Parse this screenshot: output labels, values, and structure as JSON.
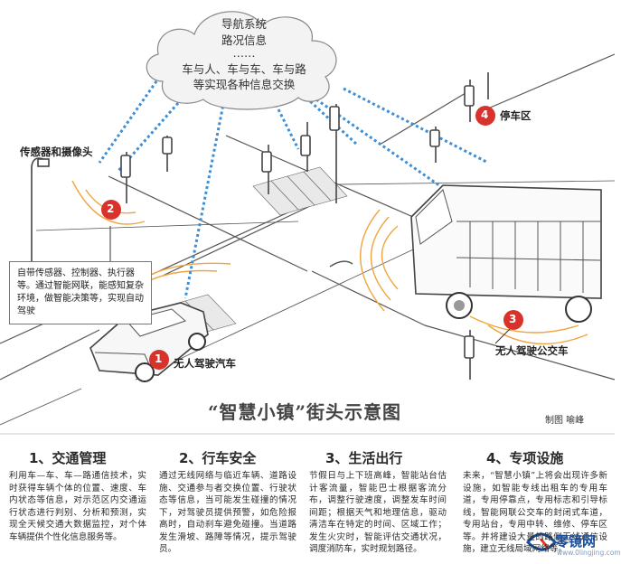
{
  "cloud": {
    "line1": "导航系统",
    "line2": "路况信息",
    "dots": "……",
    "line3": "车与人、车与车、车与路",
    "line4": "等实现各种信息交换"
  },
  "labels": {
    "sensor": "传感器和摄像头",
    "parking_num": "4",
    "parking": "停车区",
    "marker2": "2",
    "marker1": "1",
    "marker3": "3",
    "car": "无人驾驶汽车",
    "bus": "无人驾驶公交车"
  },
  "note": "自带传感器、控制器、执行器等。通过智能网联，能感知复杂环境，做智能决策等，实现自动驾驶",
  "title": "“智慧小镇”街头示意图",
  "credit": "制图 喻峰",
  "sections": [
    {
      "heading": "1、交通管理",
      "body": "利用车—车、车—路通信技术，实时获得车辆个体的位置、速度、车内状态等信息，对示范区内交通运行状态进行判别、分析和预测，实现全天候交通大数据监控，对个体车辆提供个性化信息服务等。"
    },
    {
      "heading": "2、行车安全",
      "body": "通过无线网络与临近车辆、道路设施、交通参与者交换位置、行驶状态等信息，当可能发生碰撞的情况下，对驾驶员提供预警，如危险报高时，自动刹车避免碰撞。当道路发生滑坡、路障等情况，提示驾驶员。"
    },
    {
      "heading": "3、生活出行",
      "body": "节假日与上下班高峰，智能站台估计客流量，智能巴士根据客流分布，调整行驶速度，调整发车时间间距；根据天气和地理信息，驱动清洁车在特定的时间、区域工作；发生火灾时，智能评估交通状况，调度消防车，实时规划路径。"
    },
    {
      "heading": "4、专项设施",
      "body": "未来，“智慧小镇”上将会出现许多新设施，如智能专线出租车的专用车道，专用停靠点，专用标志和引导标线，智能网联公交车的封闭式车道，专用站台，专用中转、维修、停车区等。并将建设大量的路侧无线通信设施，建立无线局域网络等。"
    }
  ],
  "watermark": {
    "brand": "零镜网",
    "url": "www.0lingjing.com"
  },
  "colors": {
    "wifi_blue": "#3d8fd6",
    "marker_red": "#d8322b",
    "wave_orange": "#f0a640",
    "ink": "#222222"
  }
}
